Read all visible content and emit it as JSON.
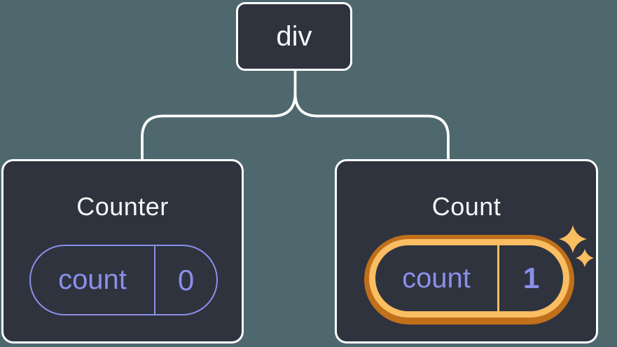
{
  "diagram": {
    "root": {
      "label": "div"
    },
    "children": [
      {
        "title": "Counter",
        "state": {
          "key": "count",
          "value": "0"
        },
        "highlighted": false
      },
      {
        "title": "Count",
        "state": {
          "key": "count",
          "value": "1"
        },
        "highlighted": true
      }
    ]
  },
  "icons": {
    "sparkles": "sparkles-icon"
  },
  "colors": {
    "background": "#4e686e",
    "card-bg": "#2e333e",
    "card-border": "#ffffff",
    "connector": "#ffffff",
    "title-text": "#f5f6f7",
    "state-accent": "#8a90e8",
    "highlight-outer": "#c06f1a",
    "highlight-inner": "#fabd62",
    "sparkle": "#fabd62"
  }
}
